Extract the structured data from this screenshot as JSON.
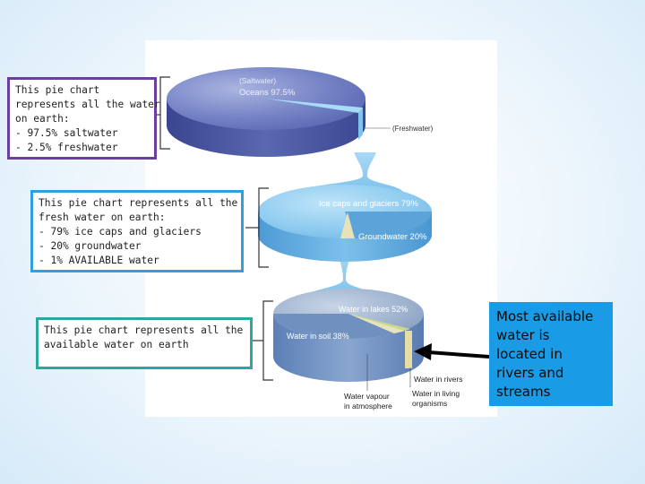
{
  "colors": {
    "saltwater": "#5d6ab4",
    "freshwater": "#9fd4f2",
    "ice": "#6fb8e8",
    "groundwater": "#5ba3d8",
    "lakes": "#9fb3cf",
    "soil": "#6f8fbf",
    "rivers": "#e8e2b8",
    "callout_bg": "#1a9be6"
  },
  "notes": {
    "purple": {
      "lines": [
        "This pie chart",
        "represents all the water",
        "on earth:",
        "- 97.5% saltwater",
        "- 2.5% freshwater"
      ]
    },
    "blue": {
      "lines": [
        "This pie chart represents all the",
        "fresh water on earth:",
        "- 79% ice caps and glaciers",
        "- 20% groundwater",
        "- 1% AVAILABLE water"
      ]
    },
    "teal": {
      "lines": [
        "This pie chart represents all the",
        "available water on earth"
      ]
    }
  },
  "callout": {
    "lines": [
      "Most available",
      "water is",
      "located in",
      "rivers and",
      "streams"
    ]
  },
  "diagram": {
    "top_pie": {
      "label_saltwater_tag": "(Saltwater)",
      "label_oceans": "Oceans 97.5%",
      "label_freshwater_tag": "(Freshwater)"
    },
    "middle_pie": {
      "label_ice": "Ice caps and glaciers 79%",
      "label_groundwater": "Groundwater 20%"
    },
    "bottom_pie": {
      "label_lakes": "Water in lakes 52%",
      "label_soil": "Water in soil 38%",
      "label_rivers": "Water in rivers",
      "label_vapour_1": "Water vapour",
      "label_vapour_2": "in atmosphere",
      "label_living_1": "Water in living",
      "label_living_2": "organisms"
    }
  }
}
